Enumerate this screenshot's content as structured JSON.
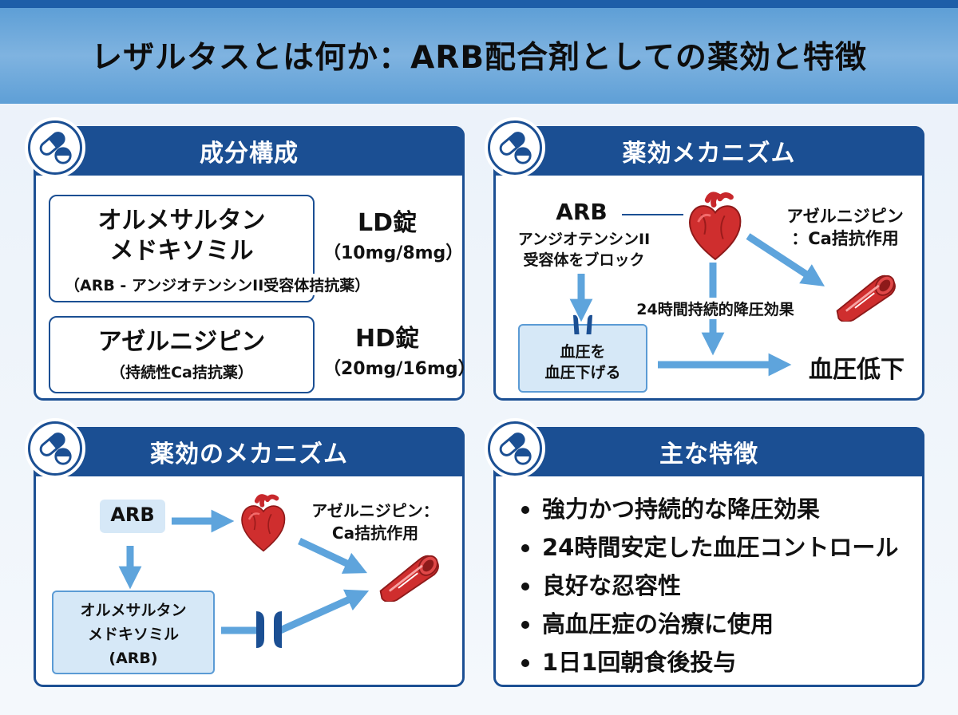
{
  "title": "レザルタスとは何か：ARB配合剤としての薬効と特徴",
  "panel1": {
    "heading": "成分構成",
    "item1_name_line1": "オルメサルタン",
    "item1_name_line2": "メドキソミル",
    "item1_note": "（ARB - アンジオテンシンII受容体拮抗薬）",
    "item2_name": "アゼルニジピン",
    "item2_note": "（持続性Ca拮抗薬）",
    "ld_label": "LD錠",
    "ld_dose": "（10mg/8mg）",
    "hd_label": "HD錠",
    "hd_dose": "（20mg/16mg）"
  },
  "panel2": {
    "heading": "薬効メカニズム",
    "arb": "ARB",
    "arb_desc_line1": "アンジオテンシンII",
    "arb_desc_line2": "受容体をブロック",
    "azel_line1": "アゼルニジピン",
    "azel_line2": "：Ca拮抗作用",
    "effect_24h": "24時間持続的降圧効果",
    "box_line1": "血圧を",
    "box_line2": "血圧下げる",
    "result": "血圧低下"
  },
  "panel3": {
    "heading": "薬効のメカニズム",
    "arb": "ARB",
    "azel_line1": "アゼルニジピン：",
    "azel_line2": "Ca拮抗作用",
    "box_line1": "オルメサルタン",
    "box_line2": "メドキソミル",
    "box_line3": "(ARB)"
  },
  "panel4": {
    "heading": "主な特徴",
    "features": [
      "強力かつ持続的な降圧効果",
      "24時間安定した血圧コントロール",
      "良好な忍容性",
      "高血圧症の治療に使用",
      "1日1回朝食後投与"
    ]
  },
  "icons": {
    "badge": "pill-capsule-icon",
    "heart": "heart-icon",
    "vessel": "blood-vessel-icon",
    "receptor": "receptor-icon"
  },
  "colors": {
    "navy": "#1b4f93",
    "light_blue": "#5e9fd6",
    "arrow": "#5ea4dc",
    "heart_red": "#c8282c"
  }
}
